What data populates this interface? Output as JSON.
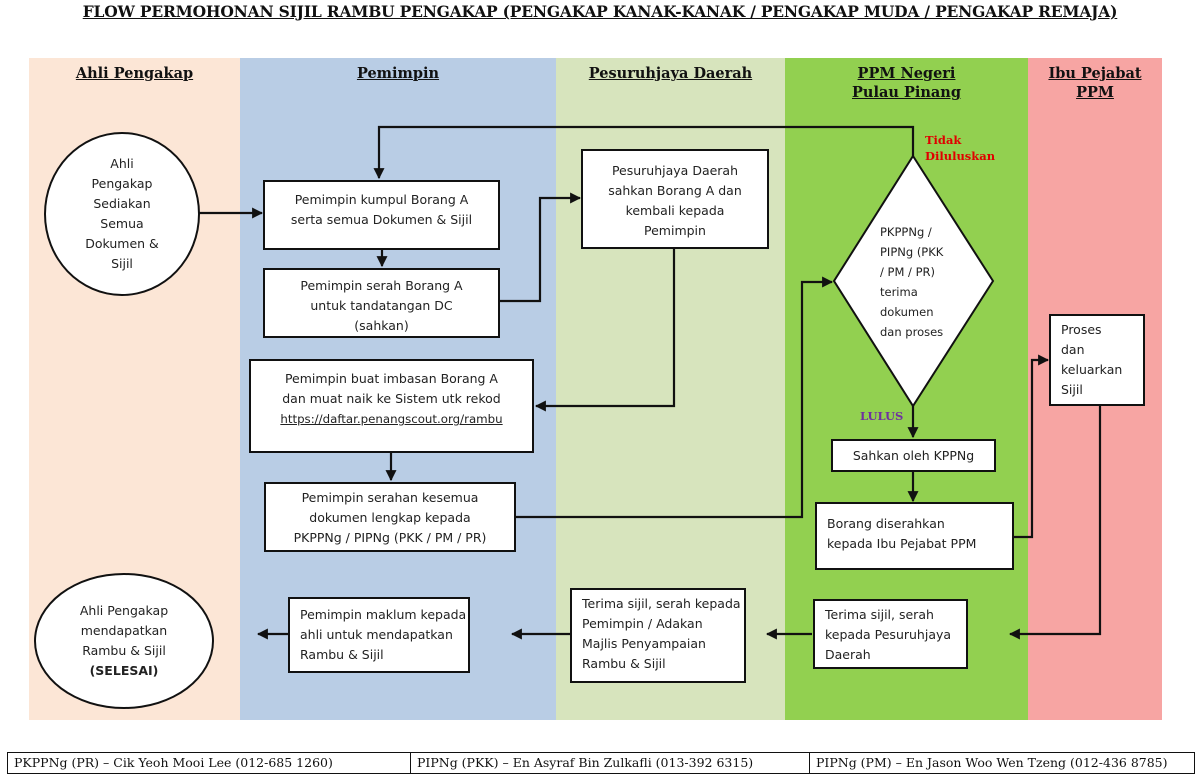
{
  "title": "FLOW PERMOHONAN SIJIL RAMBU PENGAKAP (PENGAKAP KANAK-KANAK / PENGAKAP MUDA / PENGAKAP REMAJA)",
  "lanes": [
    {
      "label": "Ahli Pengakap",
      "color": "#FCE6D6"
    },
    {
      "label": "Pemimpin",
      "color": "#B9CDE5"
    },
    {
      "label": "Pesuruhjaya Daerah",
      "color": "#D7E4BD"
    },
    {
      "label": "PPM Negeri\nPulau Pinang",
      "color": "#92D050"
    },
    {
      "label": "Ibu Pejabat\nPPM",
      "color": "#F7A5A3"
    }
  ],
  "nodes": {
    "start": "Ahli\nPengakap\nSediakan\nSemua\nDokumen &\nSijil",
    "kumpul": "Pemimpin kumpul Borang A\nserta semua Dokumen & Sijil",
    "serah_dc": "Pemimpin serah Borang A\nuntuk tandatangan DC\n(sahkan)",
    "pd_sahkan": "Pesuruhjaya Daerah\nsahkan Borang A dan\nkembali kepada\nPemimpin",
    "imbasan": "Pemimpin buat imbasan Borang A\ndan muat naik ke Sistem utk rekod",
    "imbasan_link": "https://daftar.penangscout.org/rambu",
    "serahan": "Pemimpin serahan kesemua\ndokumen lengkap kepada\nPKPPNg / PIPNg (PKK / PM / PR)",
    "decision": "PKPPNg /\nPIPNg (PKK\n/ PM / PR)\nterima\ndokumen\ndan proses",
    "kppng": "Sahkan oleh KPPNg",
    "borang_ibu": "Borang diserahkan\nkepada Ibu Pejabat PPM",
    "proses_sijil": "Proses\ndan\nkeluarkan\nSijil",
    "terima_ppm": "Terima sijil, serah\nkepada Pesuruhjaya\nDaerah",
    "terima_pd": "Terima sijil, serah kepada\nPemimpin / Adakan\nMajlis Penyampaian\nRambu & Sijil",
    "maklum": "Pemimpin maklum kepada\nahli untuk mendapatkan\nRambu & Sijil",
    "end": "Ahli Pengakap\nmendapatkan\nRambu & Sijil",
    "end_bold": "(SELESAI)"
  },
  "labels": {
    "rejected": "Tidak\nDiluluskan",
    "rejected_color": "#E00000",
    "approved": "LULUS",
    "approved_color": "#7030A0"
  },
  "footer": [
    "PKPPNg (PR) – Cik Yeoh Mooi Lee (012-685 1260)",
    "PIPNg (PKK) – En Asyraf Bin Zulkafli (013-392 6315)",
    "PIPNg (PM) – En Jason Woo Wen Tzeng (012-436 8785)"
  ]
}
